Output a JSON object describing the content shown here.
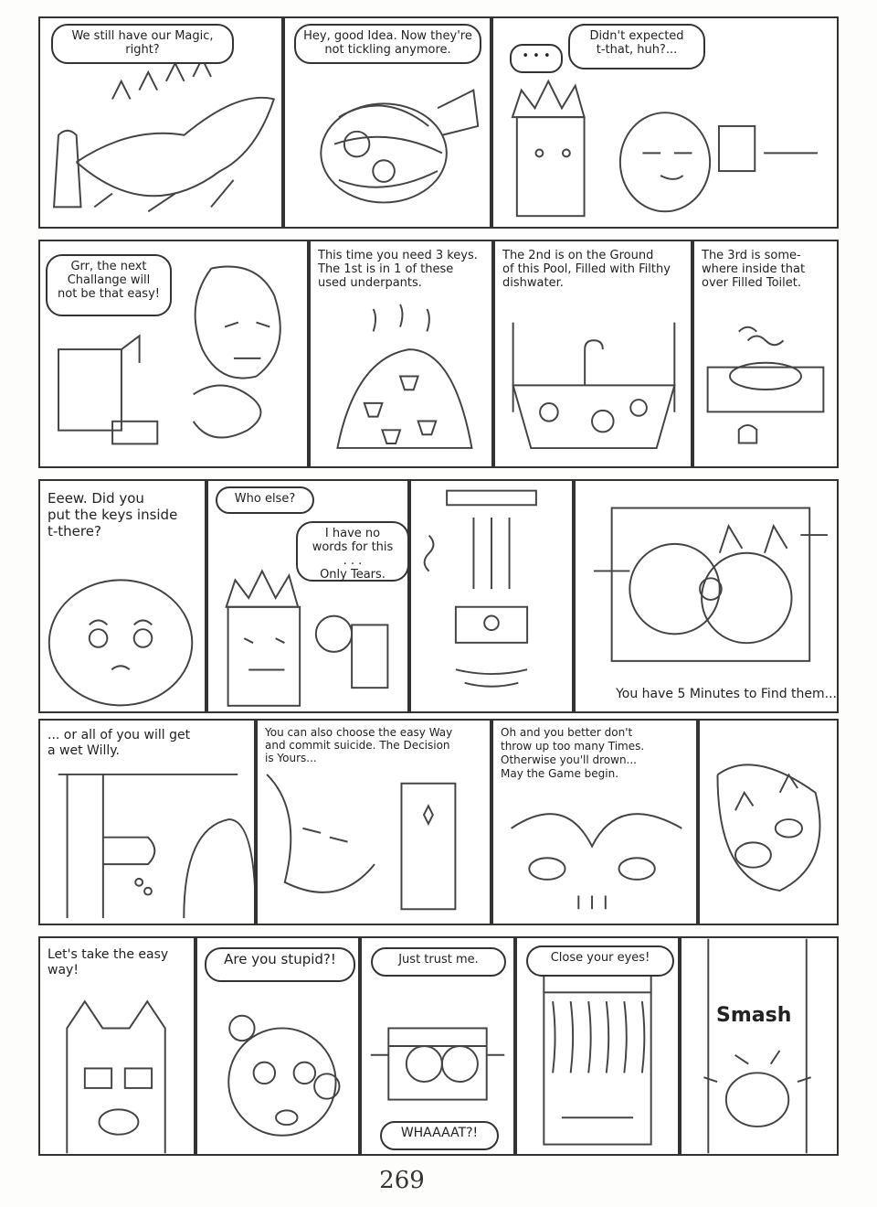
{
  "page_number": "269",
  "rows": [
    {
      "panels": [
        {
          "text": [
            "We still have our Magic,\nright?"
          ]
        },
        {
          "text": [
            "Hey, good Idea. Now they're\nnot tickling anymore."
          ]
        },
        {
          "text": [
            "• • •",
            "Didn't expected\nt-that, huh?..."
          ]
        }
      ]
    },
    {
      "panels": [
        {
          "text": [
            "Grr, the next\nChallange will\nnot be that easy!"
          ]
        },
        {
          "text": [
            "This time you need 3 keys.\nThe 1st is in 1 of these\nused underpants."
          ]
        },
        {
          "text": [
            "The 2nd is on the Ground\nof this Pool, Filled with Filthy\ndishwater."
          ]
        },
        {
          "text": [
            "The 3rd is some-\nwhere inside that\nover Filled Toilet."
          ]
        }
      ]
    },
    {
      "panels": [
        {
          "text": [
            "Eeew. Did you\nput the keys inside\nt-there?"
          ]
        },
        {
          "text": [
            "Who else?",
            "I have no\nwords for this\n. . .\nOnly Tears."
          ]
        },
        {
          "text": []
        },
        {
          "text": [
            "You have 5 Minutes to Find them..."
          ]
        }
      ]
    },
    {
      "panels": [
        {
          "text": [
            "... or all of you will get\na wet Willy."
          ]
        },
        {
          "text": [
            "You can also choose the easy Way\nand commit suicide. The Decision\nis Yours..."
          ]
        },
        {
          "text": [
            "Oh and you better don't\nthrow up too many Times.\nOtherwise you'll drown...\nMay the Game begin."
          ]
        },
        {
          "text": []
        }
      ]
    },
    {
      "panels": [
        {
          "text": [
            "Let's take the easy\nway!"
          ]
        },
        {
          "text": [
            "Are you stupid?!"
          ]
        },
        {
          "text": [
            "Just trust me.",
            "WHAAAAT?!"
          ]
        },
        {
          "text": [
            "Close your eyes!"
          ]
        },
        {
          "text": [
            "Smash"
          ]
        }
      ]
    }
  ]
}
